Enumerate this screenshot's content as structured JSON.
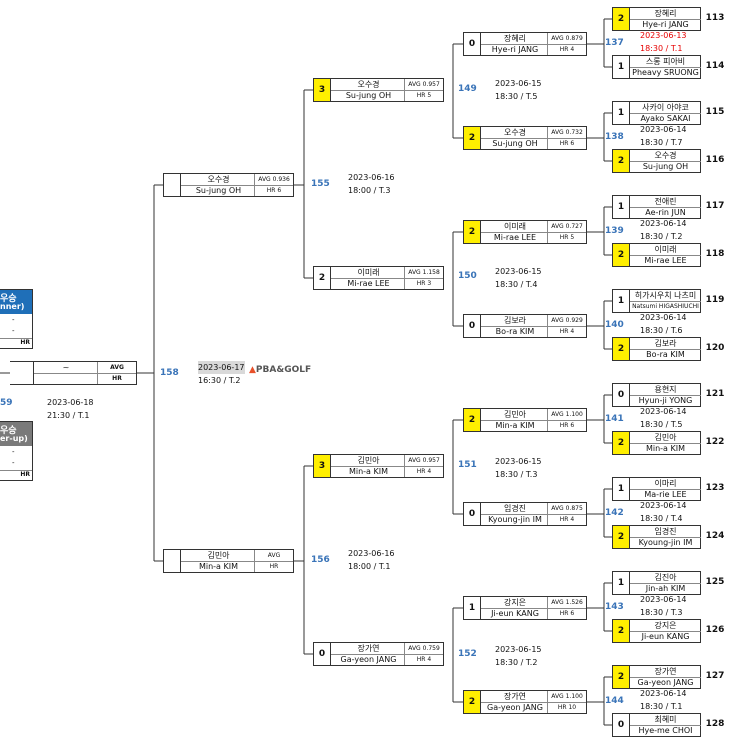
{
  "final": {
    "match_no": "158",
    "date": "2023-06-17",
    "time": "16:30 / T.2",
    "sponsor": "PBA&GOLF",
    "score": "",
    "name": "~",
    "avg_label": "AVG",
    "hr_label": "HR"
  },
  "left_panel": {
    "winner_head": "우승",
    "winner_sub": "nner)",
    "winner_dash1": "-",
    "winner_dash2": "-",
    "winner_hr": "HR",
    "runner_head": "우승",
    "runner_sub": "er-up)",
    "runner_dash1": "-",
    "runner_dash2": "-",
    "runner_hr": "HR",
    "match_no": "59",
    "date": "2023-06-18",
    "time": "21:30 / T.1"
  },
  "semis": [
    {
      "match_no": "155",
      "date": "2023-06-16",
      "time": "18:00 / T.3",
      "player": {
        "score": "",
        "ko": "오수경",
        "en": "Su-jung OH",
        "avg": "AVG 0.936",
        "hr": "HR 6"
      }
    },
    {
      "match_no": "156",
      "date": "2023-06-16",
      "time": "18:00 / T.1",
      "player": {
        "score": "",
        "ko": "김민아",
        "en": "Min-a KIM",
        "avg": "AVG",
        "hr": "HR"
      }
    }
  ],
  "qf": [
    {
      "match_no": "149",
      "date": "2023-06-15",
      "time": "18:30 / T.5",
      "a": {
        "score": "3",
        "win": true,
        "ko": "오수경",
        "en": "Su-jung OH",
        "avg": "AVG 0.957",
        "hr": "HR 5"
      },
      "b": {
        "score": "2",
        "win": false,
        "ko": "이미래",
        "en": "Mi-rae LEE",
        "avg": "AVG 1.158",
        "hr": "HR 3"
      }
    },
    {
      "match_no": "150",
      "date": "2023-06-15",
      "time": "18:30 / T.4"
    },
    {
      "match_no": "151",
      "date": "2023-06-15",
      "time": "18:30 / T.3",
      "a": {
        "score": "3",
        "win": true,
        "ko": "김민아",
        "en": "Min-a KIM",
        "avg": "AVG 0.957",
        "hr": "HR 4"
      },
      "b": {
        "score": "0",
        "win": false,
        "ko": "장가연",
        "en": "Ga-yeon JANG",
        "avg": "AVG 0.759",
        "hr": "HR 4"
      }
    },
    {
      "match_no": "152",
      "date": "2023-06-15",
      "time": "18:30 / T.2"
    }
  ],
  "r16": [
    {
      "match_no": "137",
      "date": "2023-06-13",
      "time": "18:30 / T.1",
      "red": true,
      "p": {
        "score": "0",
        "win": false,
        "ko": "장혜리",
        "en": "Hye-ri JANG",
        "avg": "AVG 0.879",
        "hr": "HR 4"
      }
    },
    {
      "match_no": "138",
      "date": "2023-06-14",
      "time": "18:30 / T.7",
      "p": {
        "score": "2",
        "win": true,
        "ko": "오수경",
        "en": "Su-jung OH",
        "avg": "AVG 0.732",
        "hr": "HR 6"
      }
    },
    {
      "match_no": "139",
      "date": "2023-06-14",
      "time": "18:30 / T.2",
      "p": {
        "score": "2",
        "win": true,
        "ko": "이미래",
        "en": "Mi-rae LEE",
        "avg": "AVG 0.727",
        "hr": "HR 5"
      }
    },
    {
      "match_no": "140",
      "date": "2023-06-14",
      "time": "18:30 / T.6",
      "p": {
        "score": "0",
        "win": false,
        "ko": "김보라",
        "en": "Bo-ra KIM",
        "avg": "AVG 0.929",
        "hr": "HR 4"
      }
    },
    {
      "match_no": "141",
      "date": "2023-06-14",
      "time": "18:30 / T.5",
      "p": {
        "score": "2",
        "win": true,
        "ko": "김민아",
        "en": "Min-a KIM",
        "avg": "AVG 1.100",
        "hr": "HR 6"
      }
    },
    {
      "match_no": "142",
      "date": "2023-06-14",
      "time": "18:30 / T.4",
      "p": {
        "score": "0",
        "win": false,
        "ko": "임경진",
        "en": "Kyoung-jin IM",
        "avg": "AVG 0.875",
        "hr": "HR 4"
      }
    },
    {
      "match_no": "143",
      "date": "2023-06-14",
      "time": "18:30 / T.3",
      "p": {
        "score": "1",
        "win": false,
        "ko": "강지은",
        "en": "Ji-eun KANG",
        "avg": "AVG 1.526",
        "hr": "HR 6"
      }
    },
    {
      "match_no": "144",
      "date": "2023-06-14",
      "time": "18:30 / T.1",
      "p": {
        "score": "2",
        "win": true,
        "ko": "장가연",
        "en": "Ga-yeon JANG",
        "avg": "AVG 1.100",
        "hr": "HR 10"
      }
    }
  ],
  "r32": [
    {
      "seed": "113",
      "score": "2",
      "win": true,
      "ko": "장혜리",
      "en": "Hye-ri JANG"
    },
    {
      "seed": "114",
      "score": "1",
      "win": false,
      "ko": "스롱 피아비",
      "en": "Pheavy SRUONG"
    },
    {
      "seed": "115",
      "score": "1",
      "win": false,
      "ko": "사카이 아야코",
      "en": "Ayako SAKAI"
    },
    {
      "seed": "116",
      "score": "2",
      "win": true,
      "ko": "오수경",
      "en": "Su-jung OH"
    },
    {
      "seed": "117",
      "score": "1",
      "win": false,
      "ko": "전애린",
      "en": "Ae-rin JUN"
    },
    {
      "seed": "118",
      "score": "2",
      "win": true,
      "ko": "이미래",
      "en": "Mi-rae LEE"
    },
    {
      "seed": "119",
      "score": "1",
      "win": false,
      "ko": "히가시우치 나츠미",
      "en": "Natsumi HIGASHIUCHI"
    },
    {
      "seed": "120",
      "score": "2",
      "win": true,
      "ko": "김보라",
      "en": "Bo-ra KIM"
    },
    {
      "seed": "121",
      "score": "0",
      "win": false,
      "ko": "용현지",
      "en": "Hyun-ji YONG"
    },
    {
      "seed": "122",
      "score": "2",
      "win": true,
      "ko": "김민아",
      "en": "Min-a KIM"
    },
    {
      "seed": "123",
      "score": "1",
      "win": false,
      "ko": "이마리",
      "en": "Ma-rie LEE"
    },
    {
      "seed": "124",
      "score": "2",
      "win": true,
      "ko": "임경진",
      "en": "Kyoung-jin IM"
    },
    {
      "seed": "125",
      "score": "1",
      "win": false,
      "ko": "김진아",
      "en": "Jin-ah KIM"
    },
    {
      "seed": "126",
      "score": "2",
      "win": true,
      "ko": "강지은",
      "en": "Ji-eun KANG"
    },
    {
      "seed": "127",
      "score": "2",
      "win": true,
      "ko": "장가연",
      "en": "Ga-yeon JANG"
    },
    {
      "seed": "128",
      "score": "0",
      "win": false,
      "ko": "최혜미",
      "en": "Hye-me CHOI"
    }
  ],
  "colors": {
    "win": "#ffef00",
    "match_no": "#3a74b8",
    "winner_panel": "#1f6fb8",
    "runner_panel": "#7a7a7a",
    "highlight_date": "#d9d9d9",
    "red": "#e60000"
  }
}
